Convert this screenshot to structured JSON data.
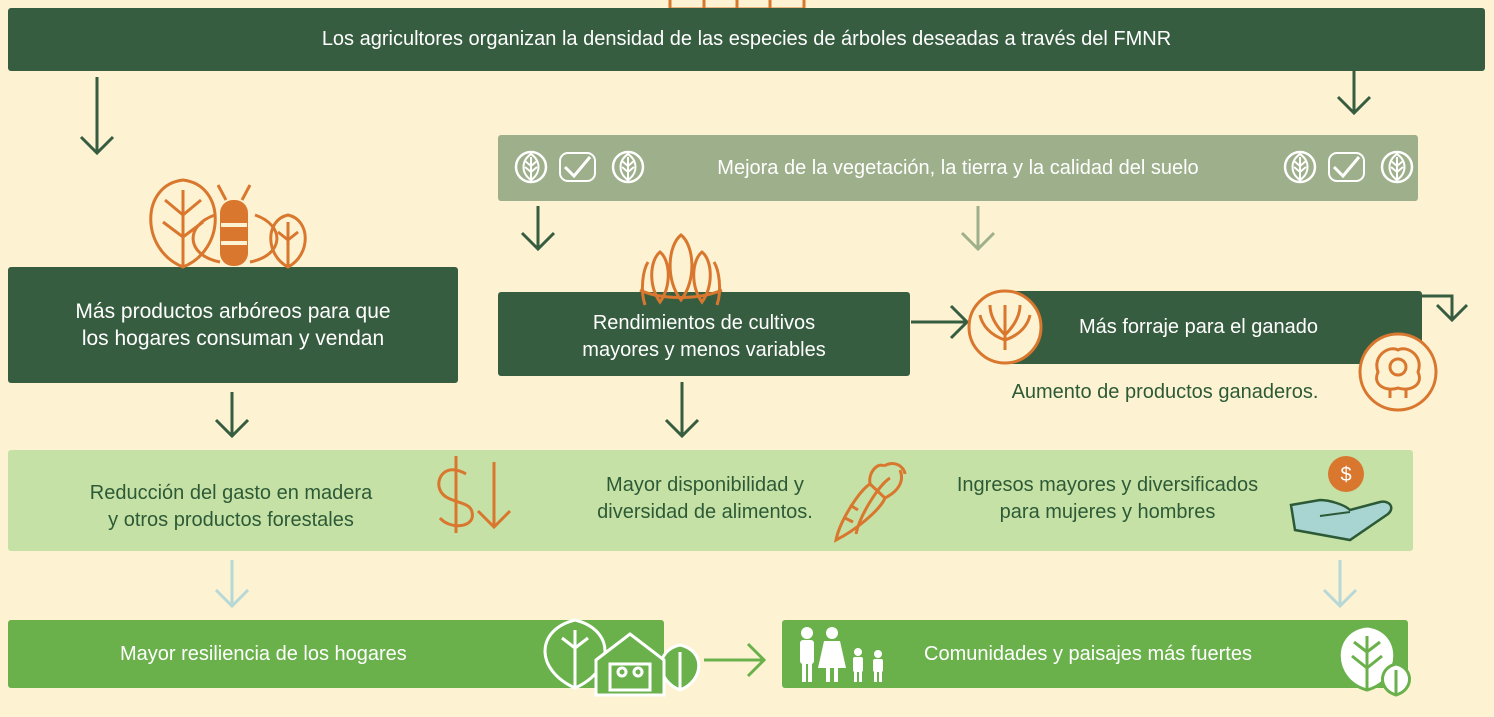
{
  "top_box": "Los agricultores organizan la densidad de las especies de árboles deseadas a través del FMNR",
  "vegetation_box": "Mejora de la vegetación, la tierra y la calidad del suelo",
  "tree_products_box": {
    "line1": "Más productos arbóreos para que",
    "line2": "los hogares consuman y vendan"
  },
  "crop_yields_box": {
    "line1": "Rendimientos de cultivos",
    "line2": "mayores y menos variables"
  },
  "fodder_box": "Más forraje para el ganado",
  "livestock_text": "Aumento de productos ganaderos.",
  "row_items": [
    {
      "line1": "Reducción del gasto en madera",
      "line2": "y otros productos forestales"
    },
    {
      "line1": "Mayor disponibilidad y",
      "line2": "diversidad de alimentos."
    },
    {
      "line1": "Ingresos mayores y diversificados",
      "line2": "para mujeres y hombres"
    }
  ],
  "resilience_box": "Mayor resiliencia de los hogares",
  "communities_box": "Comunidades y paisajes más fuertes",
  "icons": {
    "income_dollar": "$",
    "colors": {
      "dark_green": "#375d41",
      "sage": "#9eaf8b",
      "light_green": "#c6e1a6",
      "bright_green": "#6ab14c",
      "orange": "#d9772e",
      "background": "#fdf3d3"
    }
  }
}
